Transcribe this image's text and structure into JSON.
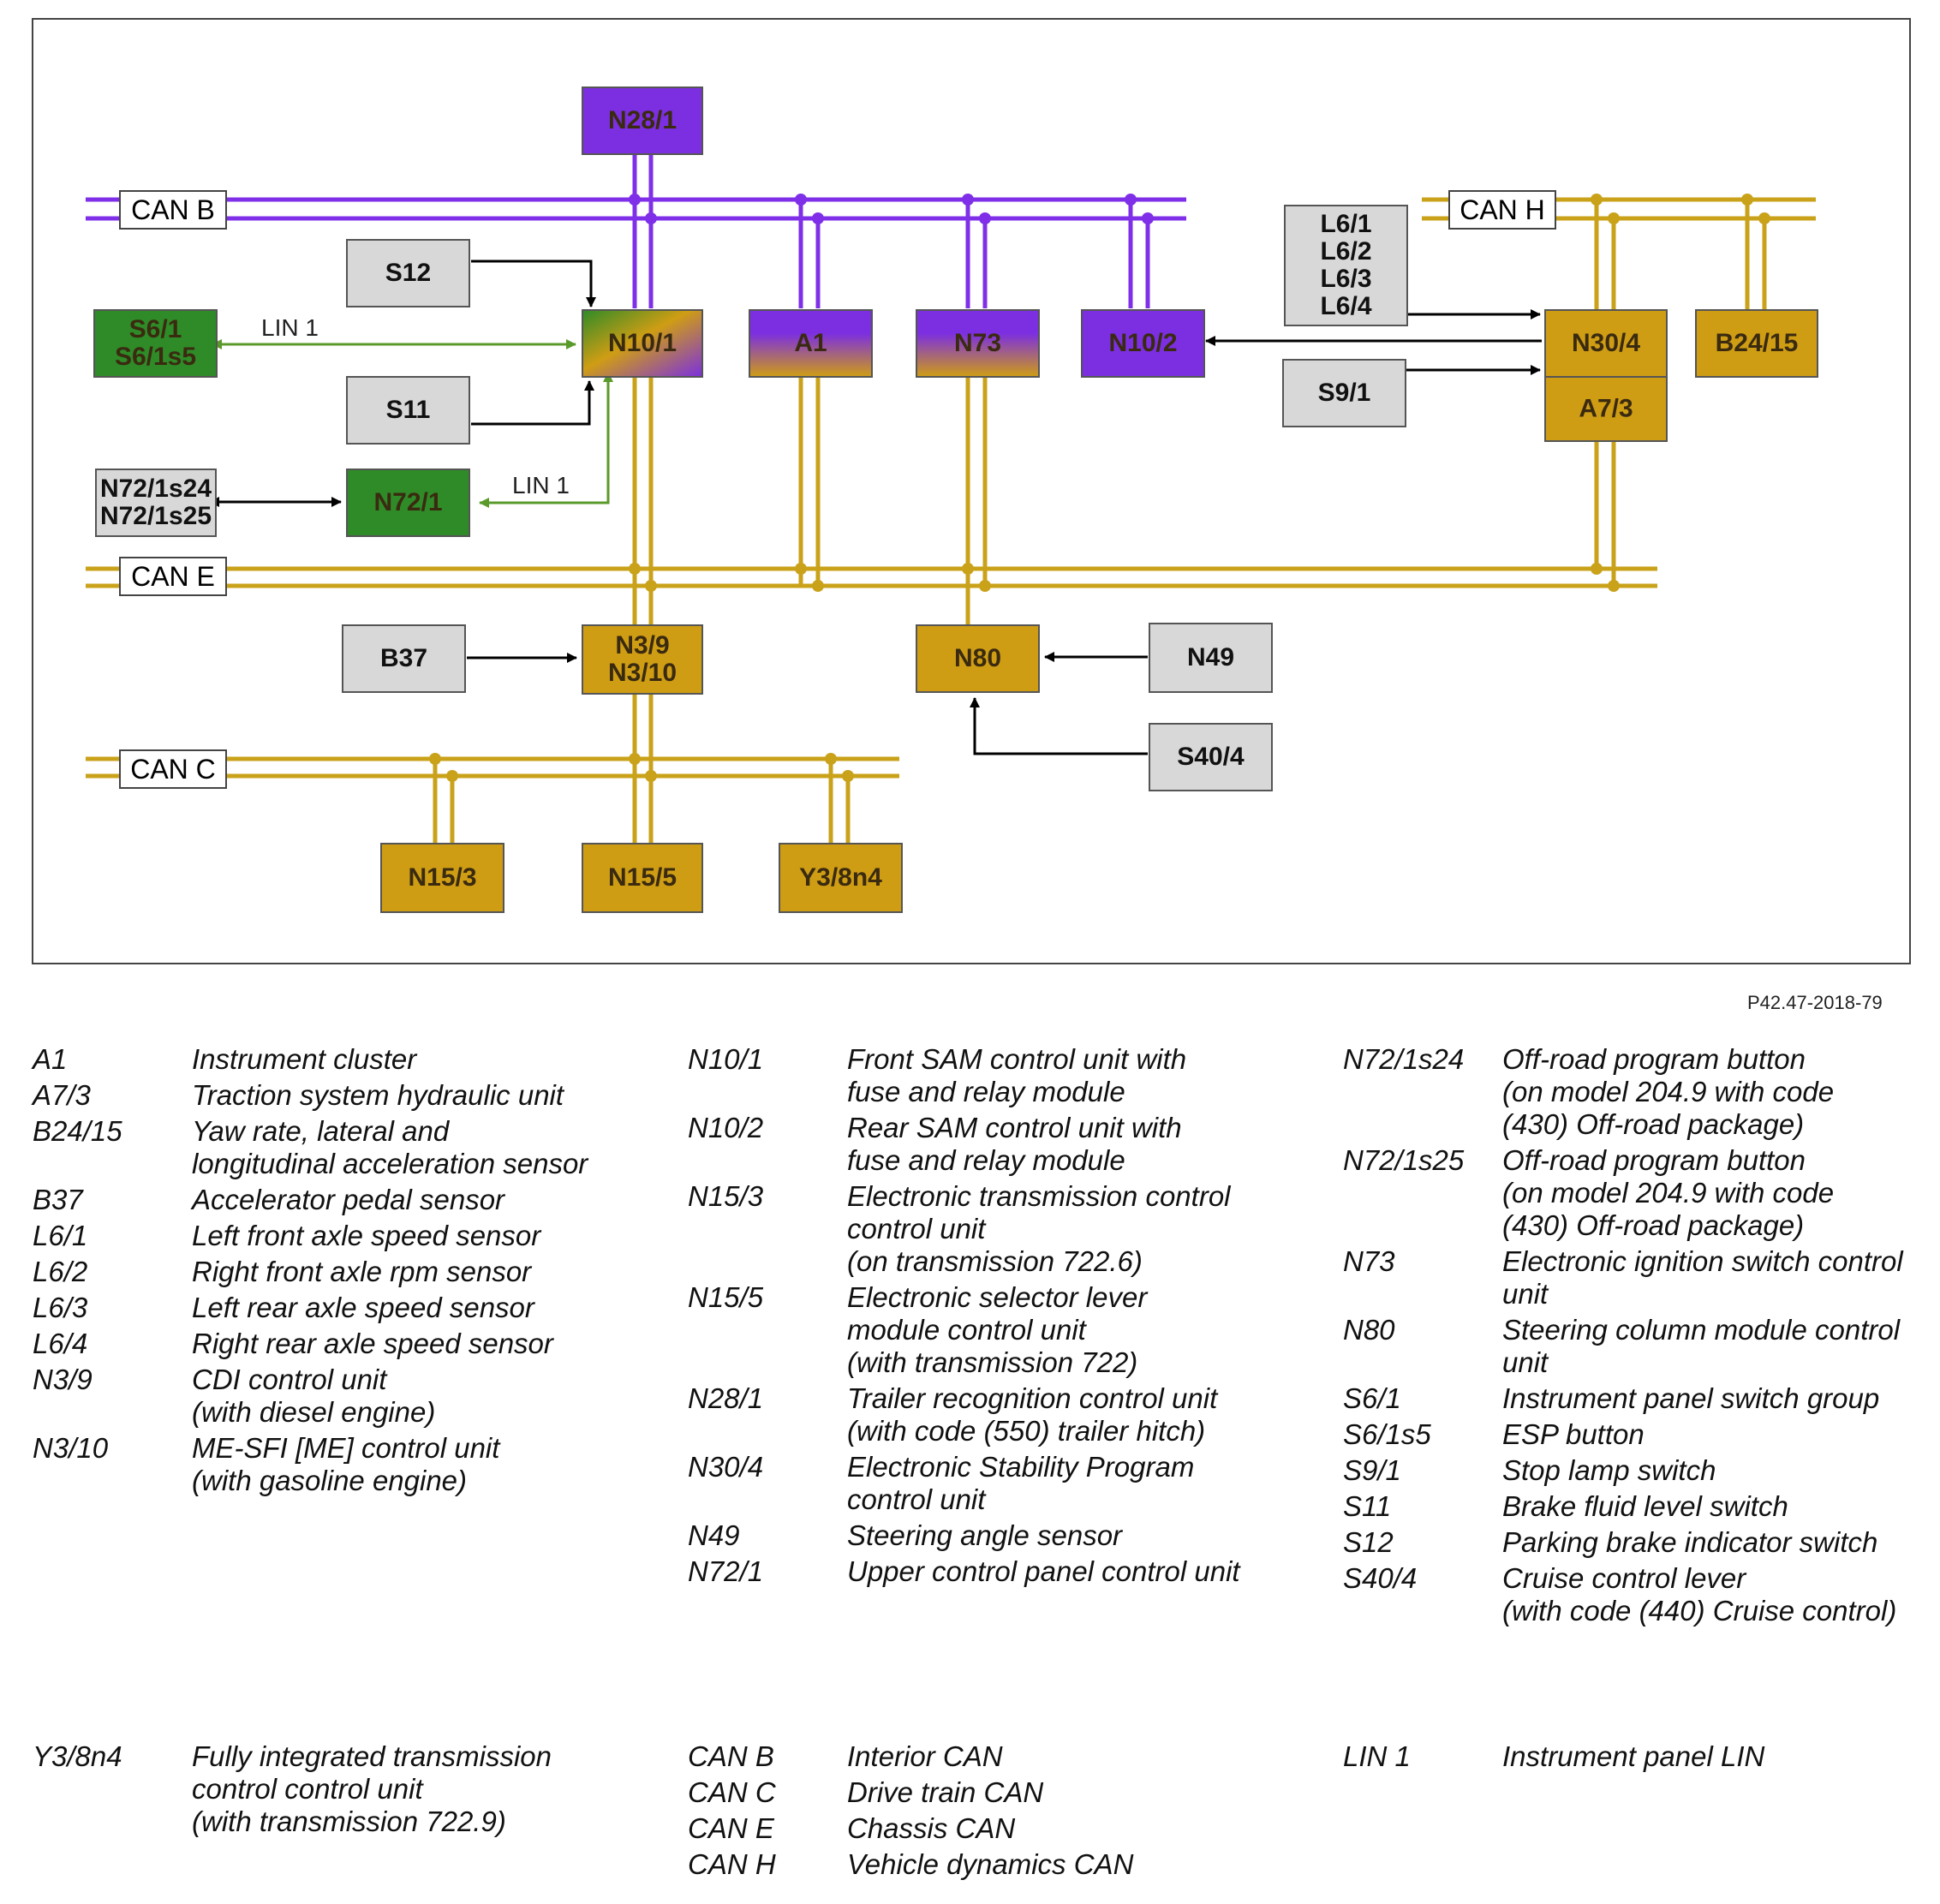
{
  "colors": {
    "can_b": "#7f2fe8",
    "can_yellow": "#c9a21a",
    "lin": "#5a9a2a",
    "green_box": "#2e8b28",
    "purple_box": "#7b2fe0",
    "yellow_box": "#cf9d14",
    "gray_box": "#d8d8d8"
  },
  "buses": {
    "can_b": "CAN B",
    "can_h": "CAN H",
    "can_e": "CAN E",
    "can_c": "CAN C",
    "lin1_top": "LIN 1",
    "lin1_bottom": "LIN 1"
  },
  "modules": {
    "n28_1": [
      "N28/1"
    ],
    "s12": [
      "S12"
    ],
    "s11": [
      "S11"
    ],
    "s6_1": [
      "S6/1",
      "S6/1s5"
    ],
    "n10_1": [
      "N10/1"
    ],
    "a1": [
      "A1"
    ],
    "n73": [
      "N73"
    ],
    "n10_2": [
      "N10/2"
    ],
    "l6": [
      "L6/1",
      "L6/2",
      "L6/3",
      "L6/4"
    ],
    "n30_4": [
      "N30/4"
    ],
    "a7_3": [
      "A7/3"
    ],
    "b24_15": [
      "B24/15"
    ],
    "s9_1": [
      "S9/1"
    ],
    "n72_1s": [
      "N72/1s24",
      "N72/1s25"
    ],
    "n72_1": [
      "N72/1"
    ],
    "b37": [
      "B37"
    ],
    "n3": [
      "N3/9",
      "N3/10"
    ],
    "n80": [
      "N80"
    ],
    "n49": [
      "N49"
    ],
    "s40_4": [
      "S40/4"
    ],
    "n15_3": [
      "N15/3"
    ],
    "n15_5": [
      "N15/5"
    ],
    "y3": [
      "Y3/8n4"
    ]
  },
  "figure_code": "P42.47-2018-79",
  "legend": {
    "col1": [
      {
        "code": "A1",
        "desc": "Instrument cluster"
      },
      {
        "code": "A7/3",
        "desc": "Traction system hydraulic unit"
      },
      {
        "code": "B24/15",
        "desc": "Yaw rate, lateral and\nlongitudinal acceleration sensor"
      },
      {
        "code": "B37",
        "desc": "Accelerator pedal sensor"
      },
      {
        "code": "L6/1",
        "desc": "Left front axle speed sensor"
      },
      {
        "code": "L6/2",
        "desc": "Right front axle rpm sensor"
      },
      {
        "code": "L6/3",
        "desc": "Left rear axle speed sensor"
      },
      {
        "code": "L6/4",
        "desc": "Right rear axle speed sensor"
      },
      {
        "code": "N3/9",
        "desc": "CDI control unit\n(with diesel engine)"
      },
      {
        "code": "N3/10",
        "desc": "ME-SFI [ME] control unit\n(with gasoline engine)"
      }
    ],
    "col2": [
      {
        "code": "N10/1",
        "desc": "Front SAM control unit with\nfuse and relay module"
      },
      {
        "code": "N10/2",
        "desc": "Rear SAM control unit with\nfuse and relay module"
      },
      {
        "code": "N15/3",
        "desc": "Electronic transmission control\ncontrol unit\n(on transmission 722.6)"
      },
      {
        "code": "N15/5",
        "desc": "Electronic selector lever\nmodule control unit\n(with transmission 722)"
      },
      {
        "code": "N28/1",
        "desc": "Trailer recognition control unit\n(with code (550) trailer hitch)"
      },
      {
        "code": "N30/4",
        "desc": "Electronic Stability Program\ncontrol unit"
      },
      {
        "code": "N49",
        "desc": "Steering angle sensor"
      },
      {
        "code": "N72/1",
        "desc": "Upper control panel control unit"
      }
    ],
    "col3": [
      {
        "code": "N72/1s24",
        "desc": "Off-road program button\n(on model 204.9 with code\n(430) Off-road package)"
      },
      {
        "code": "N72/1s25",
        "desc": "Off-road program button\n(on model 204.9 with code\n(430) Off-road package)"
      },
      {
        "code": "N73",
        "desc": "Electronic ignition switch control\nunit"
      },
      {
        "code": "N80",
        "desc": "Steering column module control\nunit"
      },
      {
        "code": "S6/1",
        "desc": "Instrument panel switch group"
      },
      {
        "code": "S6/1s5",
        "desc": "ESP button"
      },
      {
        "code": "S9/1",
        "desc": "Stop lamp switch"
      },
      {
        "code": "S11",
        "desc": "Brake fluid level switch"
      },
      {
        "code": "S12",
        "desc": "Parking brake indicator switch"
      },
      {
        "code": "S40/4",
        "desc": "Cruise control lever\n(with code (440) Cruise control)"
      }
    ],
    "col4": [
      {
        "code": "Y3/8n4",
        "desc": "Fully integrated transmission\ncontrol control unit\n(with transmission 722.9)"
      }
    ],
    "col5": [
      {
        "code": "CAN B",
        "desc": "Interior CAN"
      },
      {
        "code": "CAN C",
        "desc": "Drive train CAN"
      },
      {
        "code": "CAN E",
        "desc": "Chassis CAN"
      },
      {
        "code": "CAN H",
        "desc": "Vehicle dynamics CAN"
      }
    ],
    "col6": [
      {
        "code": "LIN 1",
        "desc": "Instrument panel LIN"
      }
    ]
  }
}
